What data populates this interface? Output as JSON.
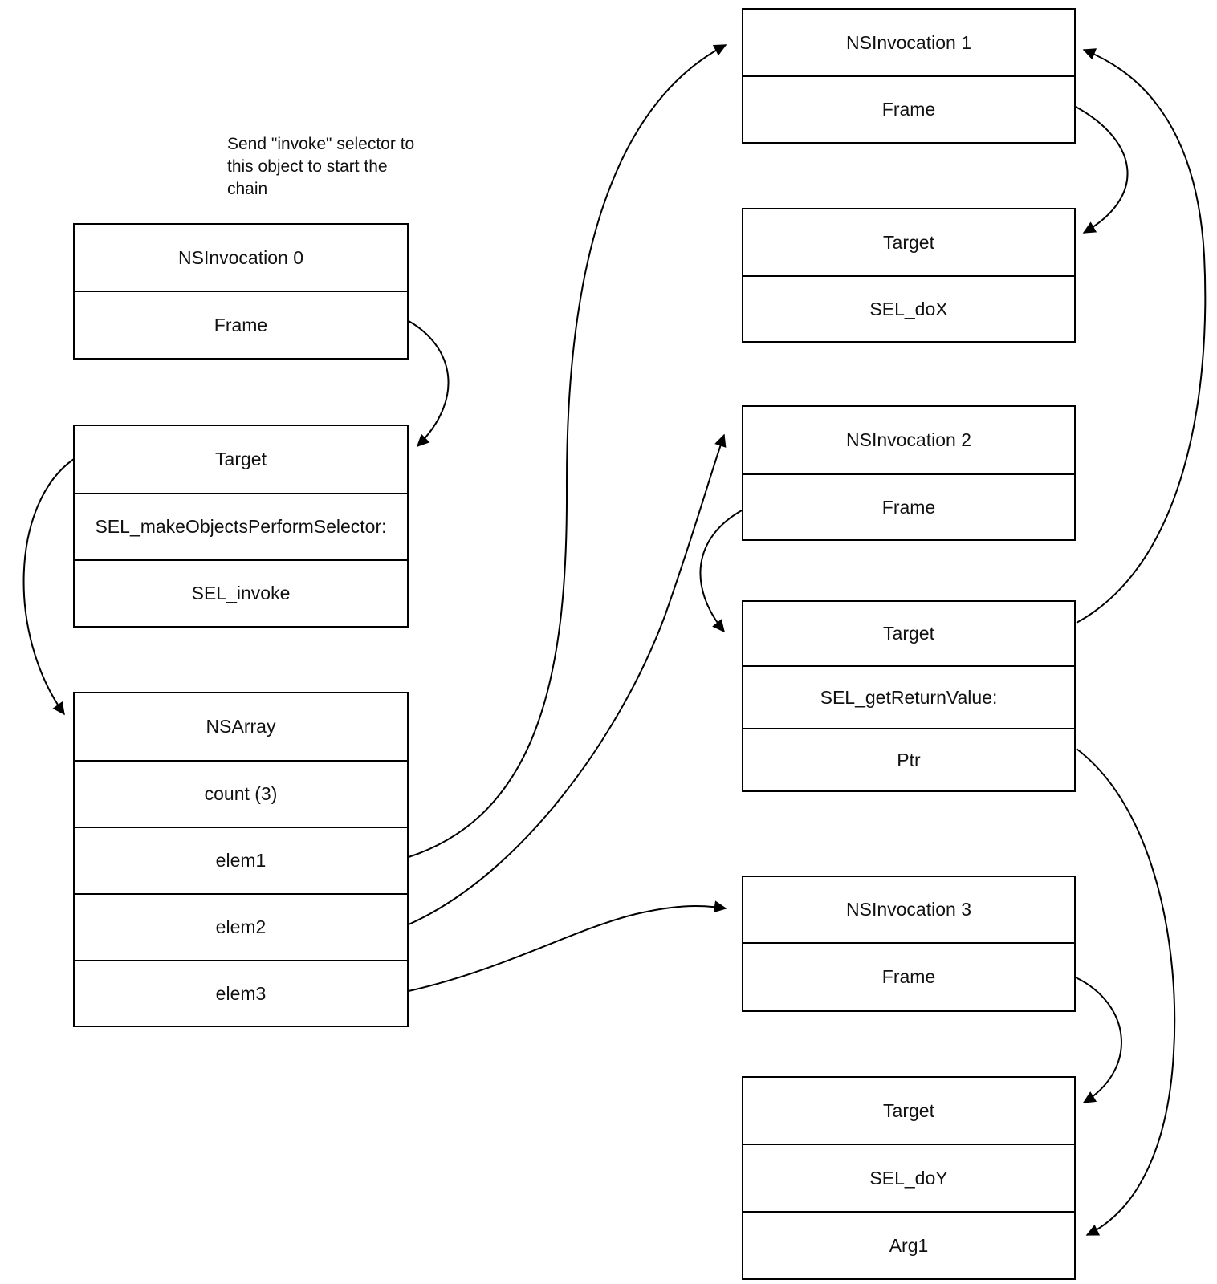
{
  "canvas": {
    "background": "#ffffff",
    "line_color": "#000000",
    "text_color": "#111111"
  },
  "annotation": {
    "text": "Send \"invoke\" selector to this object to start the chain",
    "lines": [
      "Send \"invoke\" selector to",
      "this object to start the",
      "chain"
    ]
  },
  "boxes": [
    {
      "id": "nsinvocation-0",
      "rows": [
        "NSInvocation 0",
        "Frame"
      ]
    },
    {
      "id": "target-0",
      "rows": [
        "Target",
        "SEL_makeObjectsPerformSelector:",
        "SEL_invoke"
      ]
    },
    {
      "id": "nsarray",
      "rows": [
        "NSArray",
        "count (3)",
        "elem1",
        "elem2",
        "elem3"
      ]
    },
    {
      "id": "nsinvocation-1",
      "rows": [
        "NSInvocation 1",
        "Frame"
      ]
    },
    {
      "id": "target-1",
      "rows": [
        "Target",
        "SEL_doX"
      ]
    },
    {
      "id": "nsinvocation-2",
      "rows": [
        "NSInvocation 2",
        "Frame"
      ]
    },
    {
      "id": "target-2",
      "rows": [
        "Target",
        "SEL_getReturnValue:",
        "Ptr"
      ]
    },
    {
      "id": "nsinvocation-3",
      "rows": [
        "NSInvocation 3",
        "Frame"
      ]
    },
    {
      "id": "target-3",
      "rows": [
        "Target",
        "SEL_doY",
        "Arg1"
      ]
    }
  ],
  "connections": [
    {
      "from": "nsinvocation-0.frame",
      "to": "target-0"
    },
    {
      "from": "target-0",
      "to": "nsarray"
    },
    {
      "from": "nsarray.elem1",
      "to": "nsinvocation-1"
    },
    {
      "from": "nsarray.elem2",
      "to": "nsinvocation-2"
    },
    {
      "from": "nsarray.elem3",
      "to": "nsinvocation-3"
    },
    {
      "from": "nsinvocation-1.frame",
      "to": "target-1"
    },
    {
      "from": "target-2",
      "to": "nsinvocation-1"
    },
    {
      "from": "nsinvocation-2.frame",
      "to": "target-2"
    },
    {
      "from": "nsinvocation-3.frame",
      "to": "target-3"
    },
    {
      "from": "target-2.ptr",
      "to": "target-3.arg1"
    }
  ]
}
